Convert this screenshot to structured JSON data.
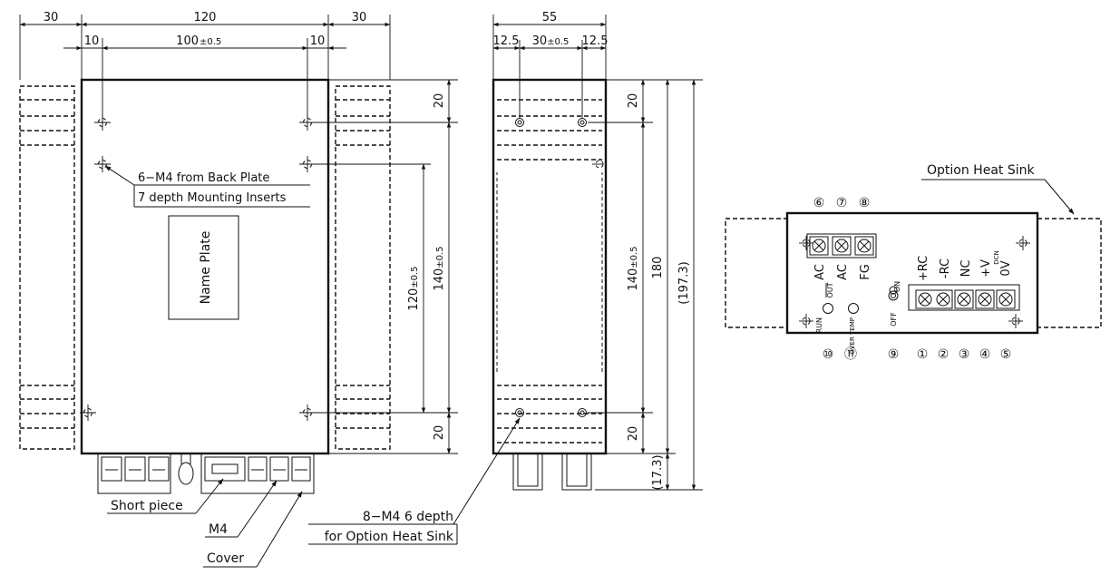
{
  "front_view": {
    "dim_width": "120",
    "dim_left_sink": "30",
    "dim_right_sink": "30",
    "dim_inset_left": "10",
    "dim_inset_right": "10",
    "dim_hole_pitch": "100",
    "dim_hole_pitch_tol": "±0.5",
    "dim_top": "20",
    "dim_bottom": "20",
    "dim_v_inner": "120",
    "dim_v_inner_tol": "±0.5",
    "dim_v_outer": "140",
    "dim_v_outer_tol": "±0.5",
    "name_plate": "Name Plate",
    "callout_line1": "6−M4 from Back Plate",
    "callout_line2": "7 depth Mounting Inserts",
    "label_short_piece": "Short piece",
    "label_m4": "M4",
    "label_cover": "Cover"
  },
  "side_view": {
    "dim_width": "55",
    "dim_left": "12.5",
    "dim_mid": "30",
    "dim_mid_tol": "±0.5",
    "dim_right": "12.5",
    "dim_top": "20",
    "dim_bottom": "20",
    "dim_pitch": "140",
    "dim_pitch_tol": "±0.5",
    "dim_height": "180",
    "dim_total": "(197.3)",
    "dim_terminal": "(17.3)",
    "callout_line1": "8−M4 6 depth",
    "callout_line2": "for Option Heat Sink"
  },
  "terminal_view": {
    "option_label": "Option Heat Sink",
    "top_numbers": [
      "⑥",
      "⑦",
      "⑧"
    ],
    "bottom_left_numbers": [
      "⑩",
      "⑪"
    ],
    "bottom_mid_number": "⑨",
    "bottom_right_numbers": [
      "①",
      "②",
      "③",
      "④",
      "⑤"
    ],
    "ac_in_label_1": "AC",
    "ac_in_label_2": "AC",
    "fg_label": "FG",
    "out_label": "OUT",
    "run_label": "RUN",
    "overtemp_label": "OVER TEMP",
    "on_label": "ON",
    "off_label": "OFF",
    "rc_plus": "+RC",
    "rc_minus": "-RC",
    "nc": "NC",
    "v_plus": "+V",
    "dcn": "DCN",
    "ov": "0V"
  }
}
